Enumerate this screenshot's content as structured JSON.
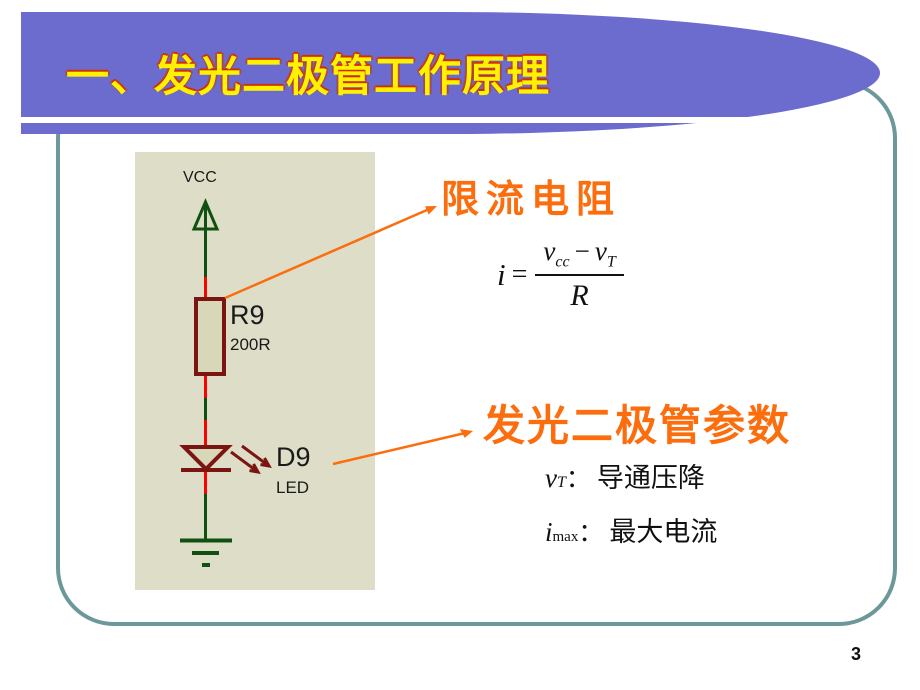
{
  "slide": {
    "title": "一、发光二极管工作原理",
    "page_number": "3"
  },
  "colors": {
    "banner_purple": "#6C6CCE",
    "frame_teal": "#6D989B",
    "title_yellow": "#FFF200",
    "title_outline_red": "#D03000",
    "callout_orange": "#FB6D0D",
    "wire_red": "#FF0000",
    "wire_green": "#105010",
    "component_maroon": "#7A1512",
    "panel_beige": "#DEDDC8"
  },
  "circuit": {
    "power_label": "VCC",
    "resistor_ref": "R9",
    "resistor_value": "200R",
    "led_ref": "D9",
    "led_type": "LED"
  },
  "callouts": {
    "resistor": "限流电阻",
    "led": "发光二极管参数"
  },
  "formula": {
    "lhs": "i",
    "equals": "=",
    "num_var1": "v",
    "num_sub1": "cc",
    "minus": "−",
    "num_var2": "v",
    "num_sub2": "T",
    "denominator": "R"
  },
  "parameters": [
    {
      "symbol": "v",
      "subscript": "T",
      "colon": "：",
      "label": "导通压降"
    },
    {
      "symbol": "i",
      "subscript": "max",
      "colon": "：",
      "label": "最大电流"
    }
  ]
}
